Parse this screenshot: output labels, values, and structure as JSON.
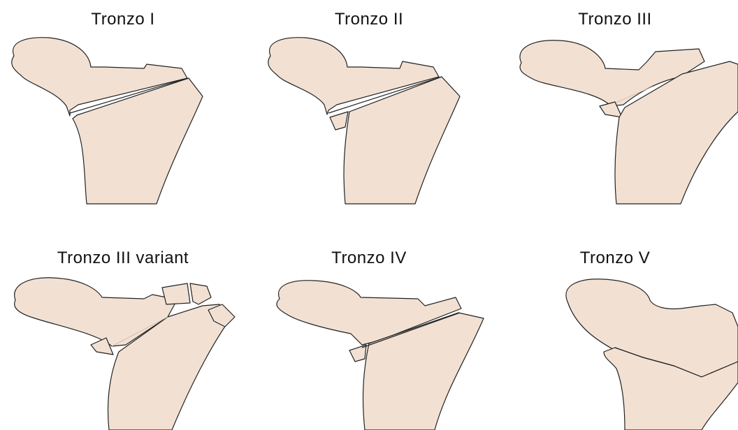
{
  "figure": {
    "panels": [
      {
        "title": "Tronzo I"
      },
      {
        "title": "Tronzo II"
      },
      {
        "title": "Tronzo III"
      },
      {
        "title": "Tronzo III variant"
      },
      {
        "title": "Tronzo IV"
      },
      {
        "title": "Tronzo V"
      }
    ],
    "colors": {
      "bone": "#f2e1d3",
      "outline": "#222222",
      "background": "#ffffff"
    }
  }
}
